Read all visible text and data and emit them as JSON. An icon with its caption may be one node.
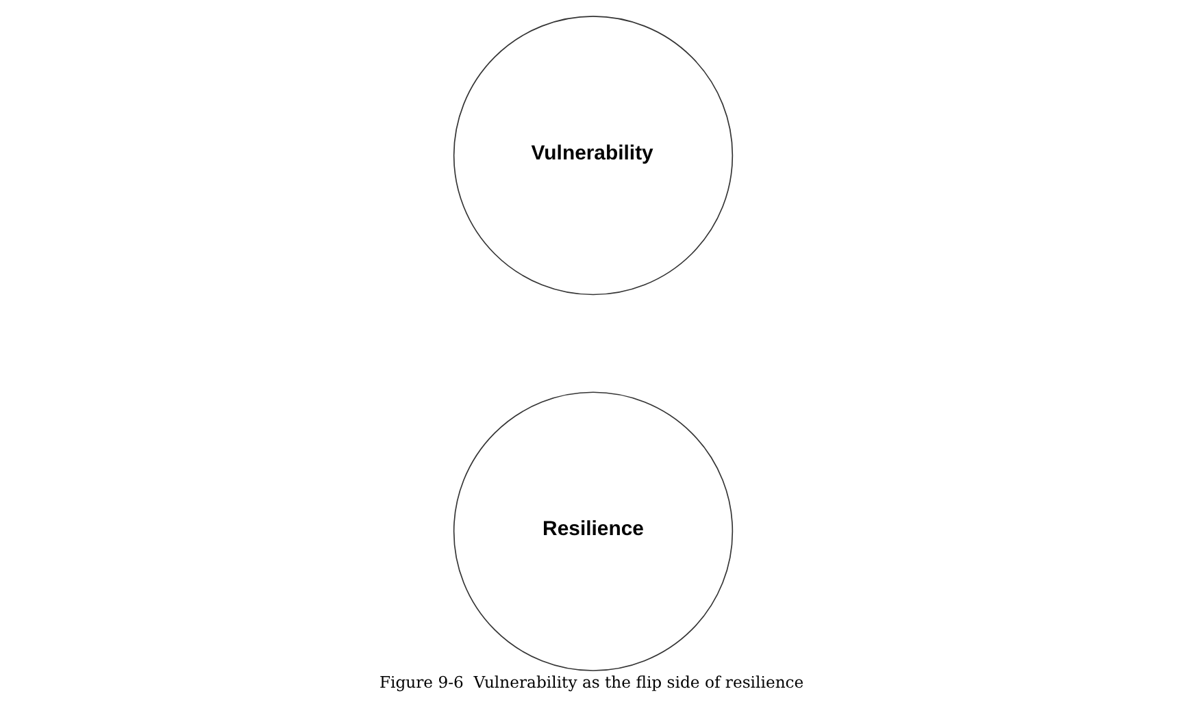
{
  "diagram": {
    "caption": "Figure 9-6  Vulnerability as the flip side of resilience",
    "nodes": [
      {
        "text": [
          "Vulnerability"
        ]
      },
      {
        "text": [
          "Resilience"
        ]
      }
    ]
  }
}
